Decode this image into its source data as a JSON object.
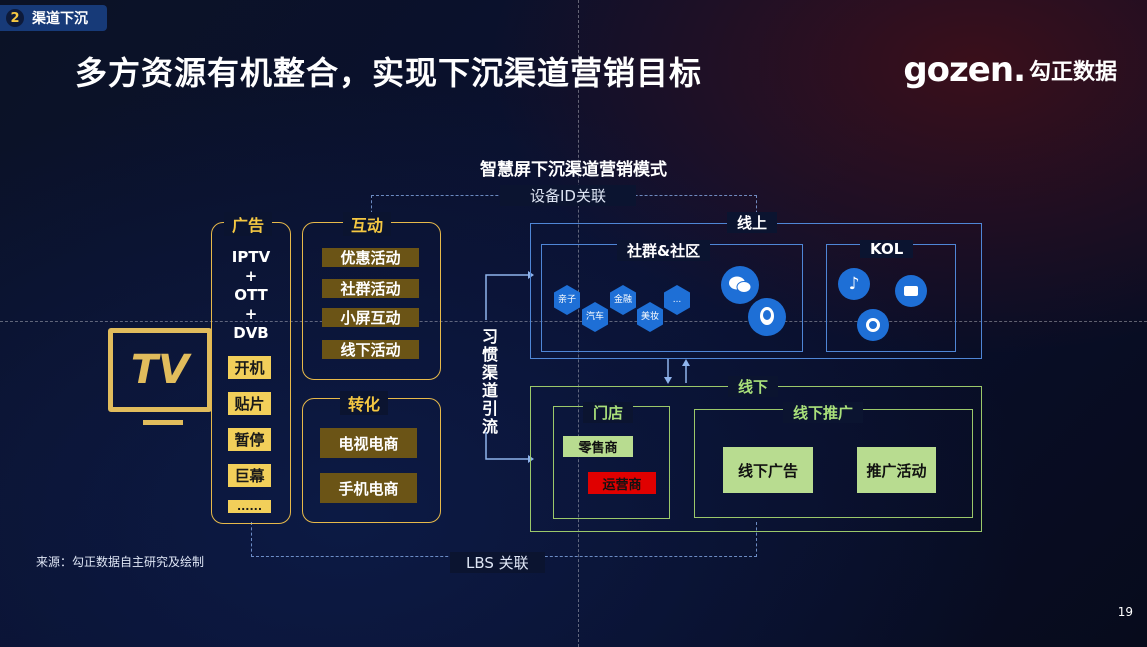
{
  "section": {
    "num": "2",
    "label": "渠道下沉"
  },
  "title": "多方资源有机整合，实现下沉渠道营销目标",
  "logo": {
    "en": "gozen.",
    "cn": "勾正数据"
  },
  "diagram_title": "智慧屏下沉渠道营销模式",
  "device_id_link": "设备ID关联",
  "lbs_link": "LBS 关联",
  "tv_label": "TV",
  "ads": {
    "header": "广告",
    "stack": [
      "IPTV",
      "+",
      "OTT",
      "+",
      "DVB"
    ],
    "items": [
      "开机",
      "贴片",
      "暂停",
      "巨幕",
      "......"
    ]
  },
  "interact": {
    "header": "互动",
    "items": [
      "优惠活动",
      "社群活动",
      "小屏互动",
      "线下活动"
    ]
  },
  "convert": {
    "header": "转化",
    "items": [
      "电视电商",
      "手机电商"
    ]
  },
  "habit_flow": "习惯渠道引流",
  "online": {
    "header": "线上",
    "community": {
      "header": "社群&社区",
      "hexes": [
        "亲子",
        "汽车",
        "金融",
        "美妆",
        "..."
      ]
    },
    "kol": {
      "header": "KOL"
    }
  },
  "offline": {
    "header": "线下",
    "store": {
      "header": "门店",
      "retailer": "零售商",
      "operator": "运营商"
    },
    "promo": {
      "header": "线下推广",
      "items": [
        "线下广告",
        "推广活动"
      ]
    }
  },
  "source": "来源：勾正数据自主研究及绘制",
  "page": "19",
  "colors": {
    "accent": "#f5c842",
    "blue_box": "#4f86d6",
    "green_box": "#9bc86a",
    "operator_red": "#e00000"
  }
}
